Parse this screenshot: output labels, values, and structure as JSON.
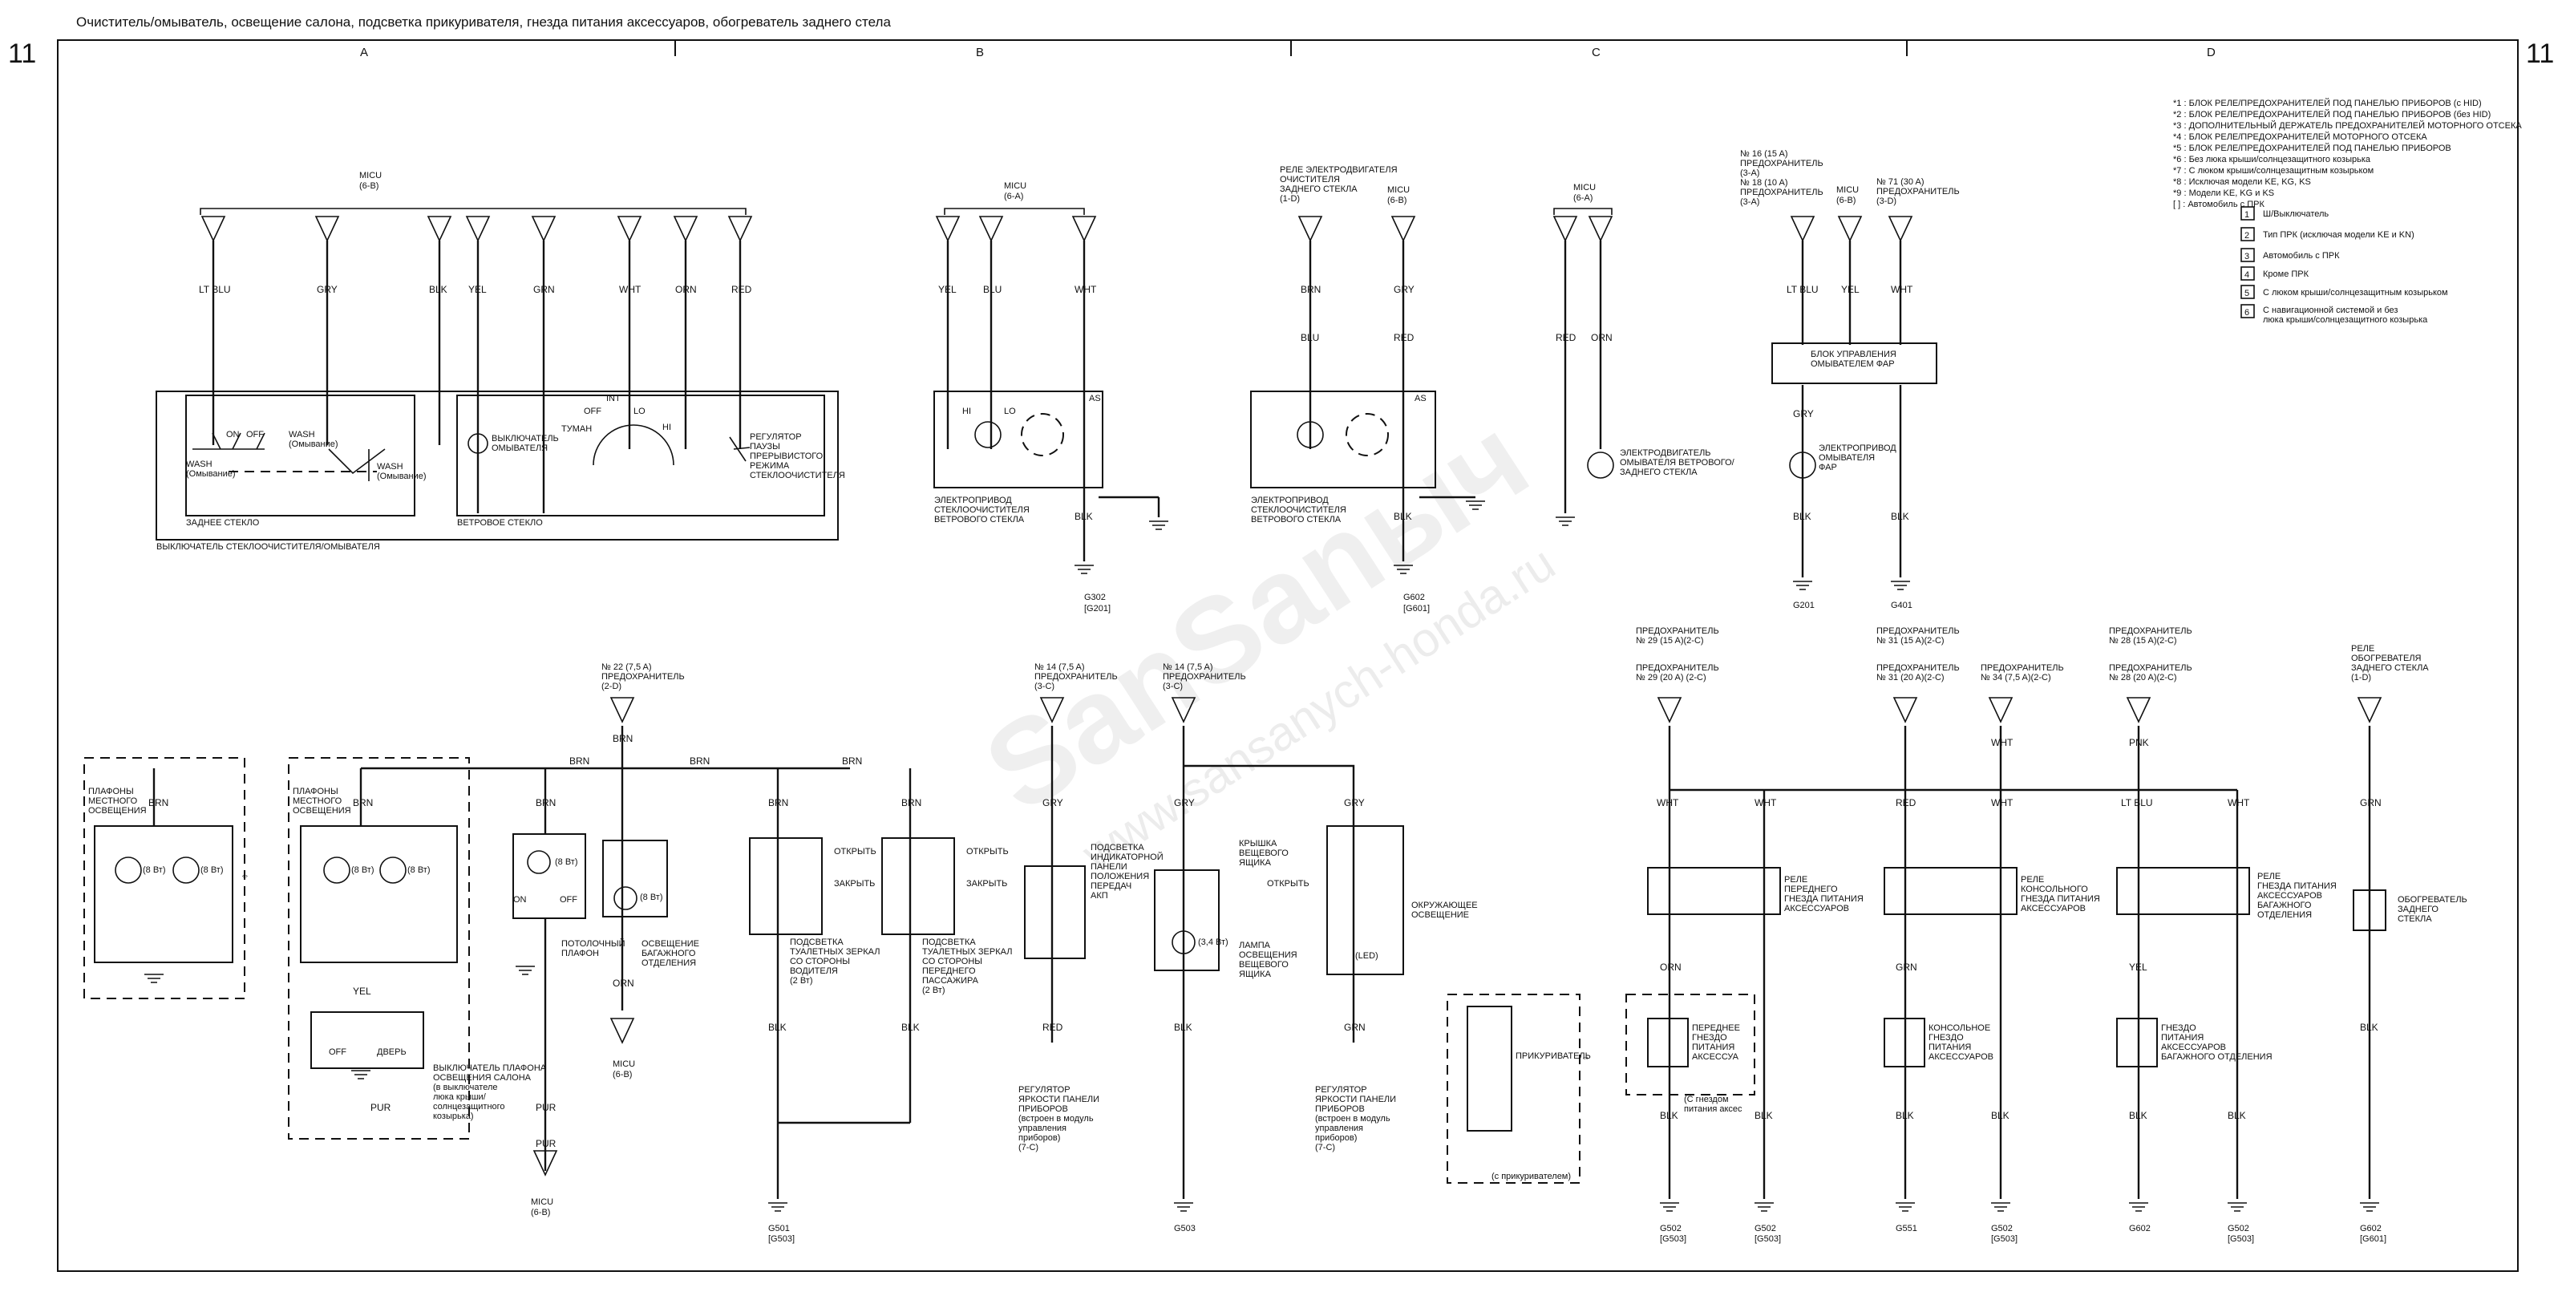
{
  "title": "Очиститель/омыватель, освещение салона, подсветка прикуривателя, гнезда питания аксессуаров, обогреватель заднего стела",
  "page_number": "11",
  "columns": [
    "A",
    "B",
    "C",
    "D"
  ],
  "watermark": {
    "line1": "SanSanыч",
    "line2": "www.sansanych-honda.ru"
  },
  "legend": [
    "*1 : БЛОК РЕЛЕ/ПРЕДОХРАНИТЕЛЕЙ ПОД ПАНЕЛЬЮ ПРИБОРОВ (с HID)",
    "*2 : БЛОК РЕЛЕ/ПРЕДОХРАНИТЕЛЕЙ ПОД ПАНЕЛЬЮ ПРИБОРОВ (без HID)",
    "*3 : ДОПОЛНИТЕЛЬНЫЙ ДЕРЖАТЕЛЬ ПРЕДОХРАНИТЕЛЕЙ МОТОРНОГО ОТСЕКА",
    "*4 : БЛОК РЕЛЕ/ПРЕДОХРАНИТЕЛЕЙ МОТОРНОГО ОТСЕКА",
    "*5 : БЛОК РЕЛЕ/ПРЕДОХРАНИТЕЛЕЙ ПОД ПАНЕЛЬЮ ПРИБОРОВ",
    "*6 : Без люка крыши/солнцезащитного козырька",
    "*7 : С люком крыши/солнцезащитным козырьком",
    "*8 : Исключая модели KE, KG, KS",
    "*9 : Модели KE, KG и KS",
    "[ ] : Автомобиль с ПРК"
  ],
  "keys": [
    {
      "num": "1",
      "text": "Ш/Выключатель"
    },
    {
      "num": "2",
      "text": "Тип ПРК (исключая модели KE и KN)"
    },
    {
      "num": "3",
      "text": "Автомобиль с ПРК"
    },
    {
      "num": "4",
      "text": "Кроме ПРК"
    },
    {
      "num": "5",
      "text": "С люком крыши/солнцезащитным козырьком"
    },
    {
      "num": "6",
      "text": "С навигационной системой и без"
    },
    {
      "num": "",
      "text": "люка крыши/солнцезащитного козырька"
    }
  ],
  "top_labels": {
    "micu_a": "MICU",
    "micu_a_ref": "(6-B)",
    "micu_b": "MICU",
    "micu_b_ref": "(6-A)",
    "relay_rear_l1": "РЕЛЕ ЭЛЕКТРОДВИГАТЕЛЯ",
    "relay_rear_l2": "ОЧИСТИТЕЛЯ",
    "relay_rear_l3": "ЗАДНЕГО СТЕКЛА",
    "relay_rear_ref": "(1-D)",
    "micu_b2": "MICU",
    "micu_b2_ref": "(6-B)",
    "micu_c": "MICU",
    "micu_c_ref": "(6-A)",
    "fuse16": "№ 16 (15 A)",
    "fuse16_l2": "ПРЕДОХРАНИТЕЛЬ",
    "fuse16_ref": "(3-A)",
    "fuse18": "№ 18 (10 A)",
    "fuse18_l2": "ПРЕДОХРАНИТЕЛЬ",
    "fuse18_ref": "(3-A)",
    "micu_d": "MICU",
    "micu_d_ref": "(6-B)",
    "fuse71": "№ 71 (30 A)",
    "fuse71_l2": "ПРЕДОХРАНИТЕЛЬ",
    "fuse71_ref": "(3-D)"
  },
  "wire_colors": {
    "a1": "LT BLU",
    "a2": "GRY",
    "a3": "BLK",
    "a4": "YEL",
    "a5": "GRN",
    "a6": "WHT",
    "a7": "ORN",
    "a8": "RED",
    "b1": "YEL",
    "b2": "BLU",
    "b3": "WHT",
    "b4": "BLK",
    "b5": "BRN",
    "b6": "GRY",
    "b7": "BLU",
    "b8": "RED",
    "b9": "BLK",
    "c1": "RED",
    "c2": "ORN",
    "d1": "LT BLU",
    "d2": "YEL",
    "d3": "WHT",
    "d4": "GRY",
    "d5": "BLK",
    "d6": "BLK"
  },
  "components": {
    "wiper_switch": "ВЫКЛЮЧАТЕЛЬ СТЕКЛООЧИСТИТЕЛЯ/ОМЫВАТЕЛЯ",
    "rear_glass": "ЗАДНЕЕ СТЕКЛО",
    "windshield": "ВЕТРОВОЕ СТЕКЛО",
    "washer_switch_l1": "ВЫКЛЮЧАТЕЛЬ",
    "washer_switch_l2": "ОМЫВАТЕЛЯ",
    "regulator_l1": "РЕГУЛЯТОР",
    "regulator_l2": "ПАУЗЫ",
    "regulator_l3": "ПРЕРЫВИСТОГО",
    "regulator_l4": "РЕЖИМА",
    "regulator_l5": "СТЕКЛООЧИСТИТЕЛЯ",
    "on": "ON",
    "off": "OFF",
    "wash": "WASH",
    "wash_ru": "(Омывание)",
    "mist": "ТУМАН",
    "int": "INT",
    "lo": "LO",
    "hi": "HI",
    "motor_front_l1": "ЭЛЕКТРОПРИВОД",
    "motor_front_l2": "СТЕКЛООЧИСТИТЕЛЯ",
    "motor_front_l3": "ВЕТРОВОГО СТЕКЛА",
    "motor_rear_l1": "ЭЛЕКТРОПРИВОД",
    "motor_rear_l2": "СТЕКЛООЧИСТИТЕЛЯ",
    "motor_rear_l3": "ВЕТРОВОГО СТЕКЛА",
    "washer_motor_l1": "ЭЛЕКТРОДВИГАТЕЛЬ",
    "washer_motor_l2": "ОМЫВАТЕЛЯ ВЕТРОВОГО/",
    "washer_motor_l3": "ЗАДНЕГО СТЕКЛА",
    "hl_unit_l1": "БЛОК УПРАВЛЕНИЯ",
    "hl_unit_l2": "ОМЫВАТЕЛЕМ ФАР",
    "hl_pump_l1": "ЭЛЕКТРОПРИВОД",
    "hl_pump_l2": "ОМЫВАТЕЛЯ",
    "hl_pump_l3": "ФАР",
    "hi_tag": "HI",
    "lo_tag": "LO",
    "as_tag": "AS",
    "spot_l1": "ПЛАФОНЫ",
    "spot_l2": "МЕСТНОГО",
    "spot_l3": "ОСВЕЩЕНИЯ",
    "dome_l1": "ПОТОЛОЧНЫЙ",
    "dome_l2": "ПЛАФОН",
    "cargo_l1": "ОСВЕЩЕНИЕ",
    "cargo_l2": "БАГАЖНОГО",
    "cargo_l3": "ОТДЕЛЕНИЯ",
    "door_sw_l1": "ВЫКЛЮЧАТЕЛЬ ПЛАФОНА",
    "door_sw_l2": "ОСВЕЩЕНИЯ САЛОНА",
    "door_sw_l3": "(в выключателе",
    "door_sw_l4": "люка крыши/",
    "door_sw_l5": "солнцезащитного",
    "door_sw_l6": "козырька)",
    "door": "ДВЕРЬ",
    "bulb8": "(8 Вт)",
    "bulb34": "(3,4 Вт)",
    "led": "(LED)",
    "vanity_drv_l1": "ПОДСВЕТКА",
    "vanity_drv_l2": "ТУАЛЕТНЫХ ЗЕРКАЛ",
    "vanity_drv_l3": "СО СТОРОНЫ",
    "vanity_drv_l4": "ВОДИТЕЛЯ",
    "vanity_drv_l5": "(2 Вт)",
    "vanity_pas_l1": "ПОДСВЕТКА",
    "vanity_pas_l2": "ТУАЛЕТНЫХ ЗЕРКАЛ",
    "vanity_pas_l3": "СО СТОРОНЫ",
    "vanity_pas_l4": "ПЕРЕДНЕГО",
    "vanity_pas_l5": "ПАССАЖИРА",
    "vanity_pas_l6": "(2 Вт)",
    "open": "ОТКРЫТЬ",
    "close": "ЗАКРЫТЬ",
    "atpos_l1": "ПОДСВЕТКА",
    "atpos_l2": "ИНДИКАТОРНОЙ",
    "atpos_l3": "ПАНЕЛИ",
    "atpos_l4": "ПОЛОЖЕНИЯ",
    "atpos_l5": "ПЕРЕДАЧ",
    "atpos_l6": "АКП",
    "glove_l1": "КРЫШКА",
    "glove_l2": "ВЕЩЕВОГО",
    "glove_l3": "ЯЩИКА",
    "glovelamp_l1": "ЛАМПА",
    "glovelamp_l2": "ОСВЕЩЕНИЯ",
    "glovelamp_l3": "ВЕЩЕВОГО",
    "glovelamp_l4": "ЯЩИКА",
    "ambient_l1": "ОКРУЖАЮЩЕЕ",
    "ambient_l2": "ОСВЕЩЕНИЕ",
    "dimmer_l1": "РЕГУЛЯТОР",
    "dimmer_l2": "ЯРКОСТИ ПАНЕЛИ",
    "dimmer_l3": "ПРИБОРОВ",
    "dimmer_l4": "(встроен в модуль",
    "dimmer_l5": "управления",
    "dimmer_l6": "приборов)",
    "dimmer_ref": "(7-C)",
    "lighter": "ПРИКУРИВАТЕЛЬ",
    "lighter_note": "(с прикуривателем)",
    "front_socket_l1": "ПЕРЕДНЕЕ",
    "front_socket_l2": "ГНЕЗДО",
    "front_socket_l3": "ПИТАНИЯ",
    "front_socket_l4": "АКСЕССУА",
    "front_socket_note_l1": "(С гнездом",
    "front_socket_note_l2": "питания аксес",
    "console_socket_l1": "КОНСОЛЬНОЕ",
    "console_socket_l2": "ГНЕЗДО",
    "console_socket_l3": "ПИТАНИЯ",
    "console_socket_l4": "АКСЕССУАРОВ",
    "trunk_socket_l1": "ГНЕЗДО",
    "trunk_socket_l2": "ПИТАНИЯ",
    "trunk_socket_l3": "АКСЕССУАРОВ",
    "trunk_socket_l4": "БАГАЖНОГО ОТДЕЛЕНИЯ",
    "relay_front_l1": "РЕЛЕ",
    "relay_front_l2": "ПЕРЕДНЕГО",
    "relay_front_l3": "ГНЕЗДА ПИТАНИЯ",
    "relay_front_l4": "АКСЕССУАРОВ",
    "relay_console_l1": "РЕЛЕ",
    "relay_console_l2": "КОНСОЛЬНОГО",
    "relay_console_l3": "ГНЕЗДА ПИТАНИЯ",
    "relay_console_l4": "АКСЕССУАРОВ",
    "relay_trunk_l1": "РЕЛЕ",
    "relay_trunk_l2": "ГНЕЗДА ПИТАНИЯ",
    "relay_trunk_l3": "АКСЕССУАРОВ",
    "relay_trunk_l4": "БАГАЖНОГО",
    "relay_trunk_l5": "ОТДЕЛЕНИЯ",
    "defog_l1": "ОБОГРЕВАТЕЛЬ",
    "defog_l2": "ЗАДНЕГО",
    "defog_l3": "СТЕКЛА",
    "defog_relay_l1": "РЕЛЕ",
    "defog_relay_l2": "ОБОГРЕВАТЕЛЯ",
    "defog_relay_l3": "ЗАДНЕГО СТЕКЛА",
    "defog_relay_ref": "(1-D)"
  },
  "fuses": {
    "f22": "№ 22 (7,5 A)",
    "f22_l2": "ПРЕДОХРАНИТЕЛЬ",
    "f22_ref": "(2-D)",
    "f14a": "№ 14 (7,5 A)",
    "f14a_l2": "ПРЕДОХРАНИТЕЛЬ",
    "f14a_ref": "(3-C)",
    "f14b": "№ 14 (7,5 A)",
    "f14b_l2": "ПРЕДОХРАНИТЕЛЬ",
    "f14b_ref": "(3-C)",
    "f29_l1": "ПРЕДОХРАНИТЕЛЬ",
    "f29_l2": "№ 29 (15 A)(2-C)",
    "f29_l3": "ПРЕДОХРАНИТЕЛЬ",
    "f29_l4": "№ 29 (20 A) (2-C)",
    "f31_l1": "ПРЕДОХРАНИТЕЛЬ",
    "f31_l2": "№ 31 (15 A)(2-C)",
    "f31_l3": "ПРЕДОХРАНИТЕЛЬ",
    "f31_l4": "№ 31 (20 A)(2-C)",
    "f34_l1": "ПРЕДОХРАНИТЕЛЬ",
    "f34_l2": "№ 34 (7,5 A)(2-C)",
    "f28_l1": "ПРЕДОХРАНИТЕЛЬ",
    "f28_l2": "№ 28 (15 A)(2-C)",
    "f28_l3": "ПРЕДОХРАНИТЕЛЬ",
    "f28_l4": "№ 28 (20 A)(2-C)"
  },
  "grounds": {
    "g302": "G302",
    "g302_b": "[G201]",
    "g602": "G602",
    "g602_b": "[G601]",
    "g201": "G201",
    "g401": "G401",
    "g501": "G501",
    "g501_b": "[G503]",
    "g503": "G503",
    "g502a": "G502",
    "g502a_b": "[G503]",
    "g502b": "G502",
    "g502b_b": "[G503]",
    "g551": "G551",
    "g502c": "G502",
    "g502c_b": "[G503]",
    "g602b": "G602",
    "g502d": "G502",
    "g502d_b": "[G503]",
    "g602c": "G602",
    "g602c_b": "[G601]"
  },
  "lower_wires": {
    "brn": "BRN",
    "gry": "GRY",
    "yel": "YEL",
    "blk": "BLK",
    "pur": "PUR",
    "orn": "ORN",
    "red": "RED",
    "grn": "GRN",
    "wht": "WHT",
    "ltblu": "LT BLU",
    "pnk": "PNK"
  },
  "micu_bottom": {
    "name": "MICU",
    "ref": "(6-B)"
  }
}
